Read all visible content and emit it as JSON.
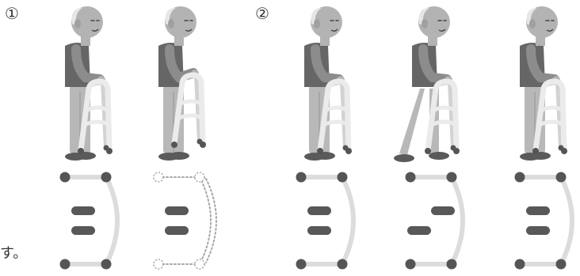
{
  "labels": {
    "step1": "①",
    "step2": "②",
    "text_fragment": "す。"
  },
  "colors": {
    "skin": "#b3b3b3",
    "hair": "#e6e6e6",
    "shirt": "#666666",
    "arm": "#8c8c8c",
    "pants": "#b8b8b8",
    "shoe": "#5a5a5a",
    "walker": "#ebebeb",
    "walker_dark": "#d2d2d2",
    "tip": "#555555",
    "dotted": "#a8a8a8",
    "footprint": "#585858"
  },
  "sequence": [
    {
      "step": "1",
      "person": "standing",
      "walker": "down",
      "footprints": "together",
      "diagram_walker": "solid"
    },
    {
      "step": "1",
      "person": "standing",
      "walker": "lifted",
      "footprints": "together",
      "diagram_walker": "dotted"
    },
    {
      "step": "2",
      "person": "standing",
      "walker": "down",
      "footprints": "together",
      "diagram_walker": "solid"
    },
    {
      "step": "2",
      "person": "stepping",
      "walker": "down",
      "footprints": "left-back",
      "diagram_walker": "solid"
    },
    {
      "step": "2",
      "person": "standing",
      "walker": "down",
      "footprints": "together",
      "diagram_walker": "solid"
    }
  ]
}
